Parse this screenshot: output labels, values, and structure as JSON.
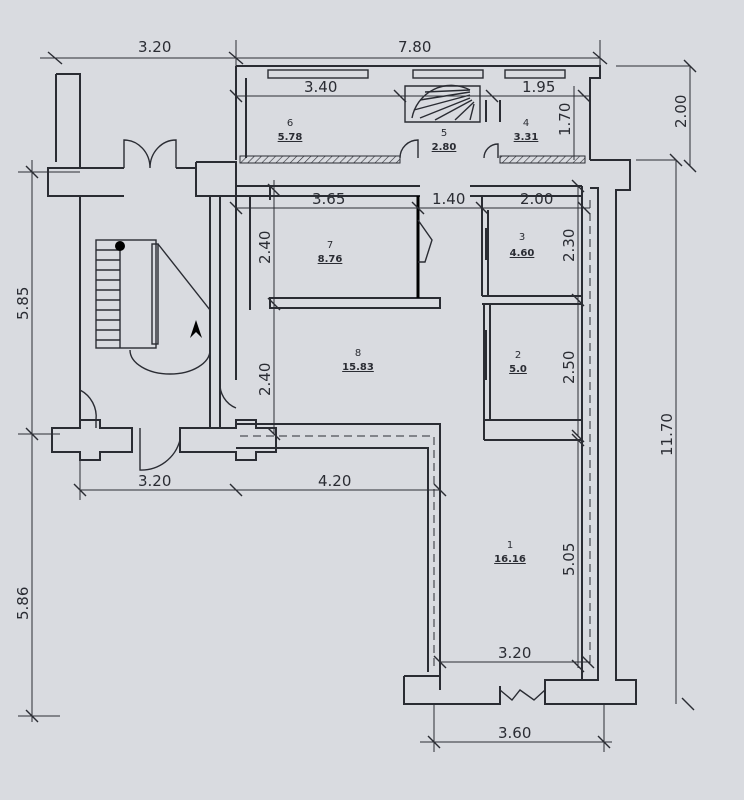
{
  "dimensions": {
    "top_left": "3.20",
    "top_total": "7.80",
    "room6_width": "3.40",
    "room4_width": "1.95",
    "room4_height": "1.70",
    "right_top": "2.00",
    "room7_width": "3.65",
    "corridor_width": "1.40",
    "room3_width": "2.00",
    "room7_height": "2.40",
    "room3_height": "2.30",
    "left_upper": "5.85",
    "room8_height": "2.40",
    "room2_height": "2.50",
    "right_total": "11.70",
    "bottom_left": "3.20",
    "bottom_mid": "4.20",
    "left_lower": "5.86",
    "room1_height": "5.05",
    "room1_width": "3.20",
    "bottom_total": "3.60"
  },
  "rooms": [
    {
      "number": "6",
      "area": "5.78"
    },
    {
      "number": "5",
      "area": "2.80"
    },
    {
      "number": "4",
      "area": "3.31"
    },
    {
      "number": "7",
      "area": "8.76"
    },
    {
      "number": "3",
      "area": "4.60"
    },
    {
      "number": "8",
      "area": "15.83"
    },
    {
      "number": "2",
      "area": "5.0"
    },
    {
      "number": "1",
      "area": "16.16"
    }
  ]
}
